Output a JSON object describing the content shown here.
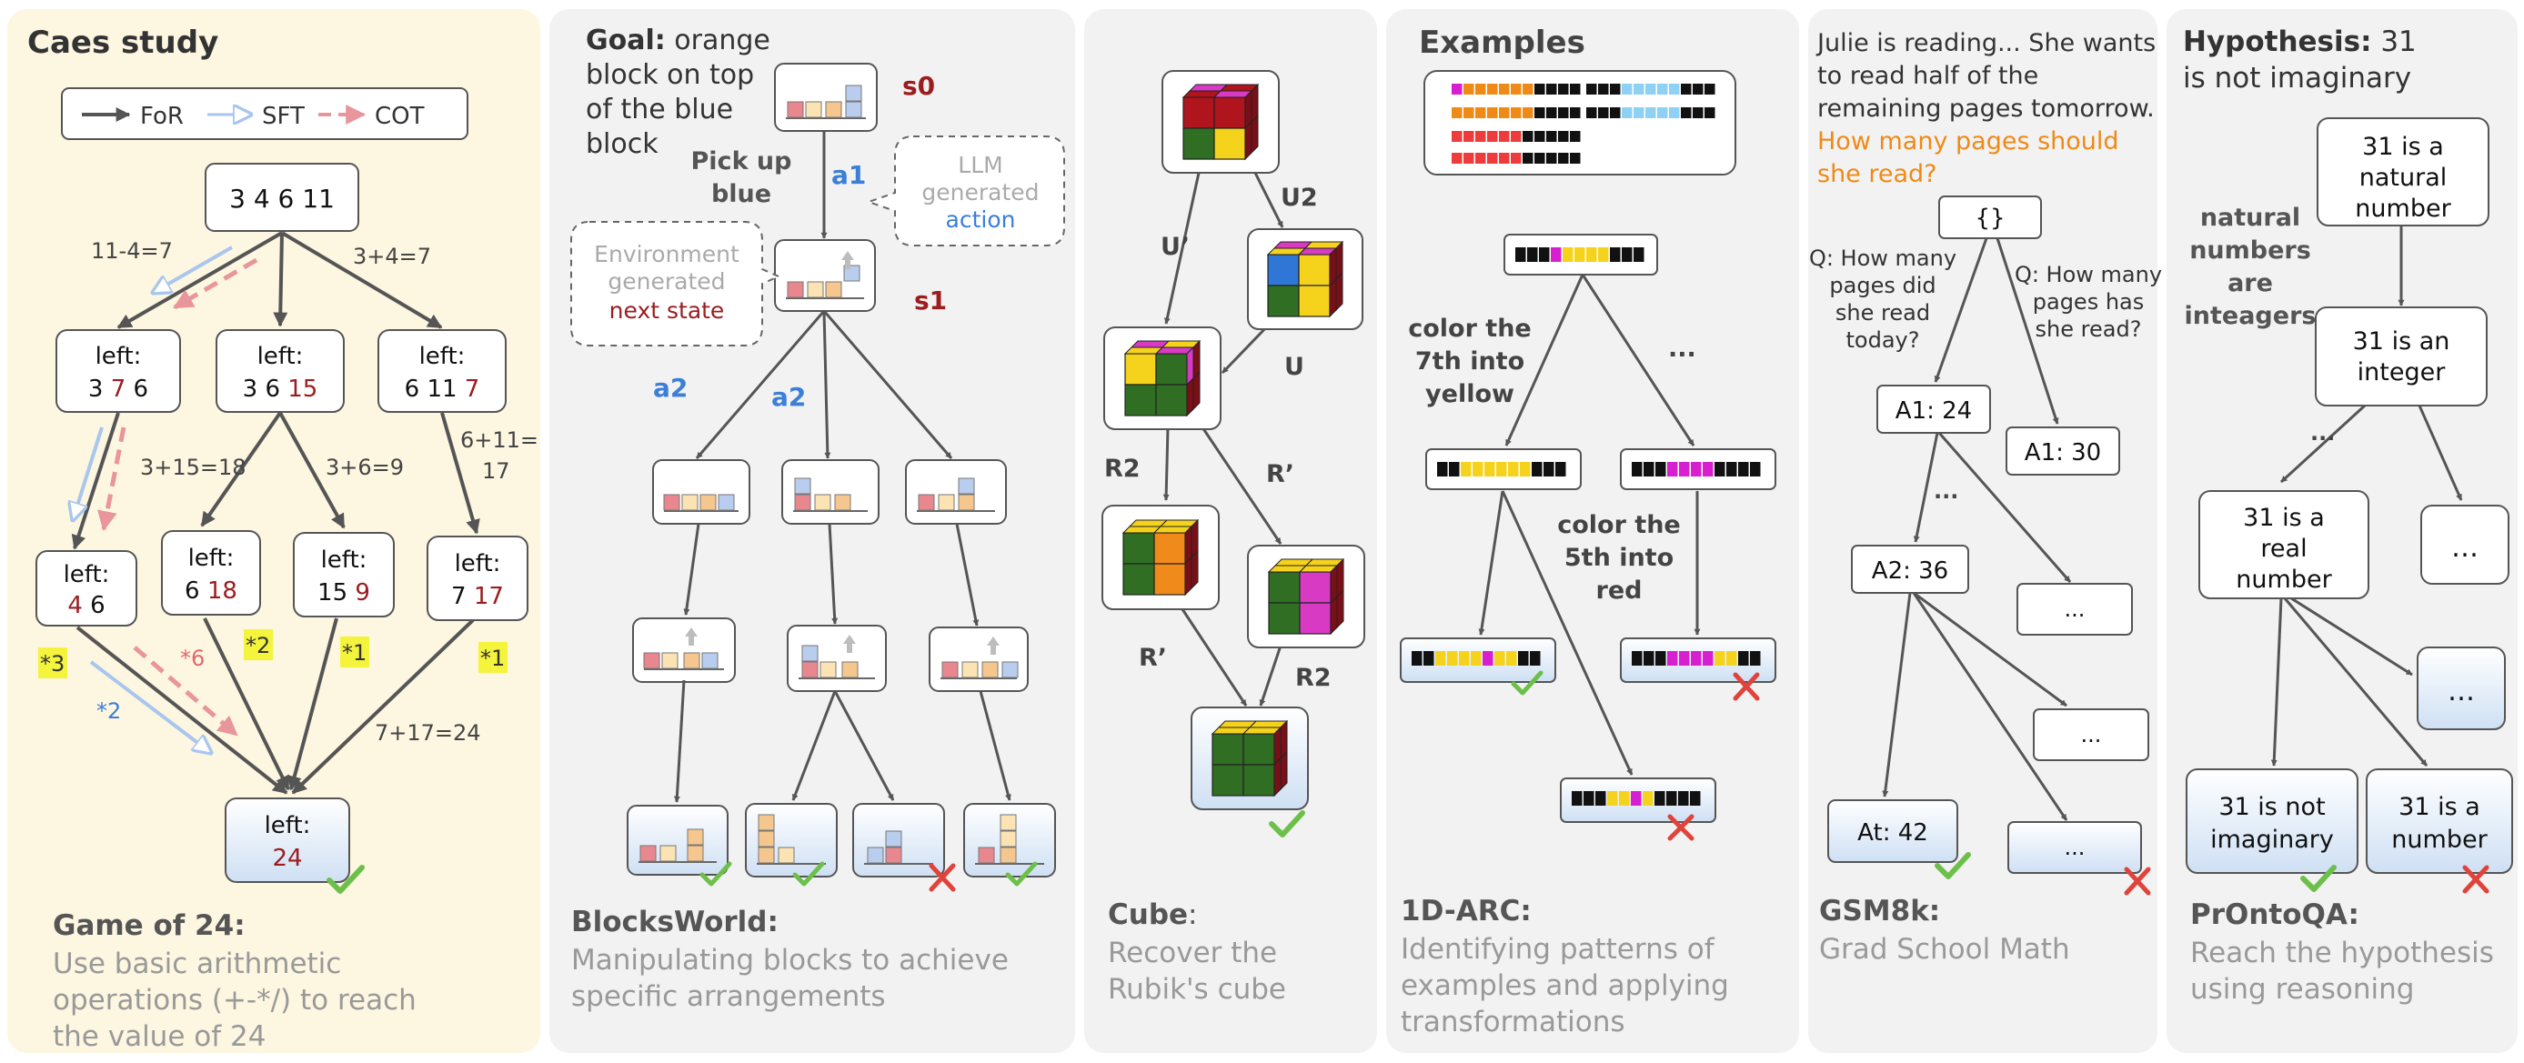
{
  "colors": {
    "panel_yellow": "#fdf6e0",
    "panel_gray": "#f2f2f2",
    "arrow": "#555555",
    "sft_blue": "#a9c6ee",
    "cot_pink": "#e8959b",
    "red_text": "#9b1d20",
    "blue_text": "#3b7fd8",
    "orange_text": "#ef8a17",
    "highlight": "#f4f43c",
    "check": "#6cc04a",
    "cross": "#e0433b"
  },
  "p1": {
    "title": "Caes study",
    "legend": {
      "for": "FoR",
      "sft": "SFT",
      "cot": "COT"
    },
    "root": "3 4 6 11",
    "left_word": "left:",
    "n1": {
      "a": "3 ",
      "b": "7",
      "c": " 6"
    },
    "n2": {
      "a": "3 6 ",
      "b": "15"
    },
    "n3": {
      "a": "6 11 ",
      "b": "7"
    },
    "m1": {
      "a": "4",
      "b": " 6"
    },
    "m2": {
      "a": "6 ",
      "b": "18"
    },
    "m3": {
      "a": "15 ",
      "b": "9"
    },
    "m4": {
      "a": "7 ",
      "b": "17"
    },
    "leaf": "24",
    "e1": "11-4=7",
    "e2": "3+4=7",
    "e3": "3+15=18",
    "e4": "3+6=9",
    "e5a": "6+11=",
    "e5b": "17",
    "e6": "7+17=24",
    "h1": "*3",
    "h2": "*2",
    "h3": "*1",
    "h4": "*1",
    "sft_mult": "*2",
    "cot_mult": "*6",
    "caption_title": "Game of 24:",
    "caption_lines": [
      "Use basic arithmetic",
      "operations (+-*/) to reach",
      "the value of 24"
    ]
  },
  "p2": {
    "goal_bold": "Goal:",
    "goal_lines": [
      " orange",
      "block on top",
      "of the blue",
      "block"
    ],
    "s0": "s0",
    "s1": "s1",
    "pick": [
      "Pick up",
      "blue"
    ],
    "a1": "a1",
    "a2_left": "a2",
    "a2_right": "a2",
    "llm": [
      "LLM",
      "generated"
    ],
    "llm_action": "action",
    "env": [
      "Environment",
      "generated"
    ],
    "env_state": "next state",
    "caption_title": "BlocksWorld:",
    "caption_lines": [
      "Manipulating blocks to achieve",
      "specific arrangements"
    ]
  },
  "p3": {
    "u_prime": "U’",
    "u2": "U2",
    "u": "U",
    "r2a": "R2",
    "r_prime_a": "R’",
    "r_prime_b": "R’",
    "r2b": "R2",
    "caption_title": "Cube",
    "caption_colon": ":",
    "caption_lines": [
      "Recover the",
      "Rubik's cube"
    ]
  },
  "p4": {
    "title": "Examples",
    "left_label": [
      "color the",
      "7th into",
      "yellow"
    ],
    "right_label": [
      "color the",
      "5th into",
      "red"
    ],
    "ellipsis": "...",
    "caption_title": "1D-ARC:",
    "caption_lines": [
      "Identifying patterns of",
      "examples and applying",
      "transformations"
    ]
  },
  "p5": {
    "question_lines": [
      "Julie is reading... She wants",
      "to read half of the",
      "remaining pages tomorrow."
    ],
    "question_orange": [
      "How many pages should",
      "she read?"
    ],
    "root": "{}",
    "q1": [
      "Q: How many",
      "pages did",
      "she read",
      "today?"
    ],
    "q2": [
      "Q: How many",
      "pages has",
      "she read?"
    ],
    "a1a": "A1: 24",
    "a1b": "A1: 30",
    "a2": "A2: 36",
    "at": "At: 42",
    "dots": "...",
    "caption_title": "GSM8k:",
    "caption_lines": [
      "Grad School Math"
    ]
  },
  "p6": {
    "hyp_bold": "Hypothesis:",
    "hyp_rest": " 31",
    "hyp_line2": "is not imaginary",
    "n1": [
      "31 is a",
      "natural",
      "number"
    ],
    "side": [
      "natural",
      "numbers",
      "are",
      "inteagers"
    ],
    "n2": [
      "31 is an",
      "integer"
    ],
    "n3": [
      "31 is a",
      "real",
      "number"
    ],
    "dots": "...",
    "box_dots": "…",
    "l1": [
      "31 is not",
      "imaginary"
    ],
    "l2": [
      "31 is a",
      "number"
    ],
    "caption_title": "PrOntoQA:",
    "caption_lines": [
      "Reach the hypothesis",
      "using reasoning"
    ]
  }
}
